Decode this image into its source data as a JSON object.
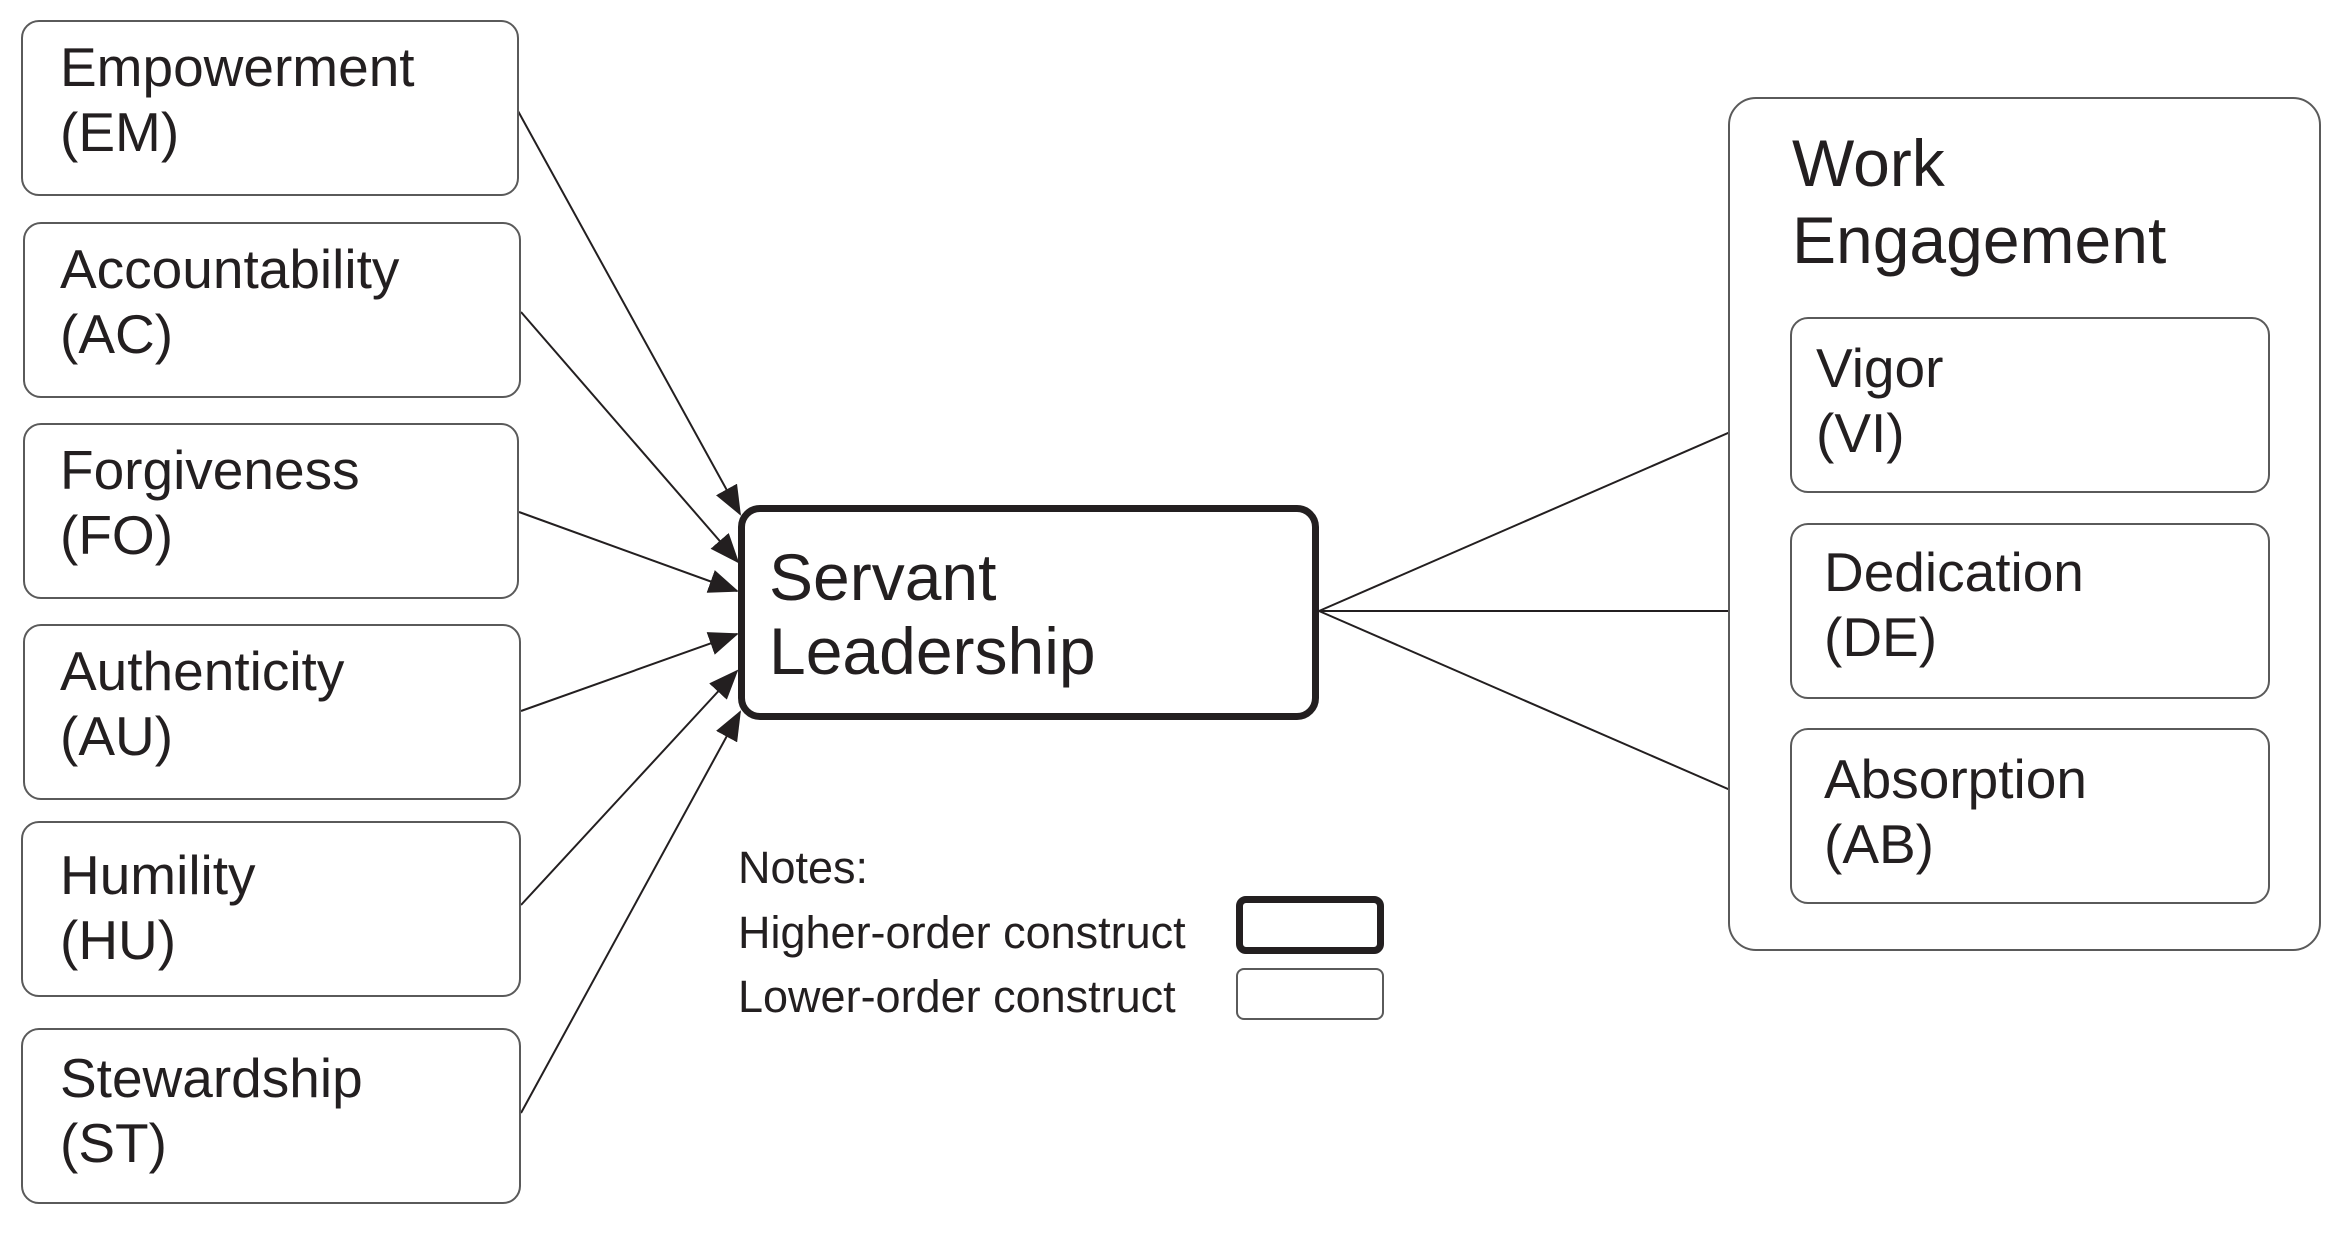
{
  "dimensions": [
    {
      "id": "em",
      "name": "Empowerment",
      "code": "(EM)"
    },
    {
      "id": "ac",
      "name": "Accountability",
      "code": "(AC)"
    },
    {
      "id": "fo",
      "name": "Forgiveness",
      "code": "(FO)"
    },
    {
      "id": "au",
      "name": "Authenticity",
      "code": "(AU)"
    },
    {
      "id": "hu",
      "name": "Humility",
      "code": "(HU)"
    },
    {
      "id": "st",
      "name": "Stewardship",
      "code": "(ST)"
    }
  ],
  "center": {
    "line1": "Servant",
    "line2": "Leadership"
  },
  "outcome": {
    "title_line1": "Work",
    "title_line2": "Engagement",
    "components": [
      {
        "id": "vi",
        "name": "Vigor",
        "code": "(VI)"
      },
      {
        "id": "de",
        "name": "Dedication",
        "code": "(DE)"
      },
      {
        "id": "ab",
        "name": "Absorption",
        "code": "(AB)"
      }
    ]
  },
  "notes": {
    "title": "Notes:",
    "higher_order": "Higher-order construct",
    "lower_order": "Lower-order construct"
  },
  "colors": {
    "stroke": "#231f20",
    "box_border": "#5a5a5a",
    "background": "#ffffff"
  }
}
